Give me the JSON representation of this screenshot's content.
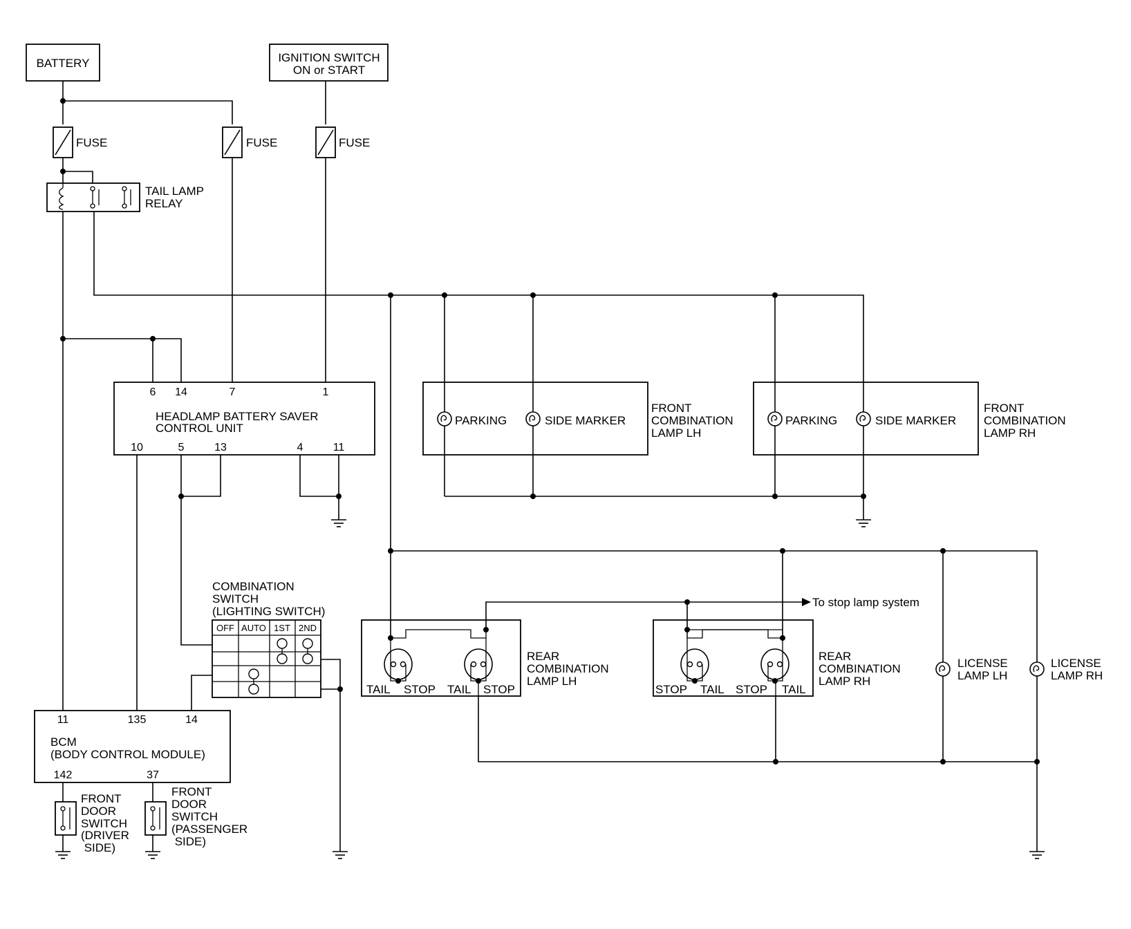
{
  "blocks": {
    "battery": "BATTERY",
    "ignition": [
      "IGNITION SWITCH",
      "ON or START"
    ],
    "fuse": "FUSE",
    "tail_lamp_relay": [
      "TAIL LAMP",
      "RELAY"
    ],
    "headlamp_saver": [
      "HEADLAMP BATTERY SAVER",
      "CONTROL UNIT"
    ],
    "saver_pins_top": [
      "6",
      "14",
      "7",
      "1"
    ],
    "saver_pins_bottom": [
      "10",
      "5",
      "13",
      "4",
      "11"
    ],
    "combination_switch": [
      "COMBINATION",
      "SWITCH",
      "(LIGHTING SWITCH)"
    ],
    "switch_positions": [
      "OFF",
      "AUTO",
      "1ST",
      "2ND"
    ],
    "bcm": [
      "BCM",
      "(BODY CONTROL MODULE)"
    ],
    "bcm_pins_top": [
      "11",
      "135",
      "14"
    ],
    "bcm_pins_bottom": [
      "142",
      "37"
    ],
    "door_switch_driver": [
      "FRONT",
      "DOOR",
      "SWITCH",
      "(DRIVER",
      " SIDE)"
    ],
    "door_switch_passenger": [
      "FRONT",
      "DOOR",
      "SWITCH",
      "(PASSENGER",
      " SIDE)"
    ]
  },
  "lamps": {
    "parking": "PARKING",
    "side_marker": "SIDE MARKER",
    "front_lh": [
      "FRONT",
      "COMBINATION",
      "LAMP LH"
    ],
    "front_rh": [
      "FRONT",
      "COMBINATION",
      "LAMP RH"
    ],
    "rear_lh": [
      "REAR",
      "COMBINATION",
      "LAMP LH"
    ],
    "rear_rh": [
      "REAR",
      "COMBINATION",
      "LAMP RH"
    ],
    "tail": "TAIL",
    "stop": "STOP",
    "license_lh": [
      "LICENSE",
      "LAMP LH"
    ],
    "license_rh": [
      "LICENSE",
      "LAMP RH"
    ],
    "stop_lamp_system": "To stop lamp system"
  }
}
